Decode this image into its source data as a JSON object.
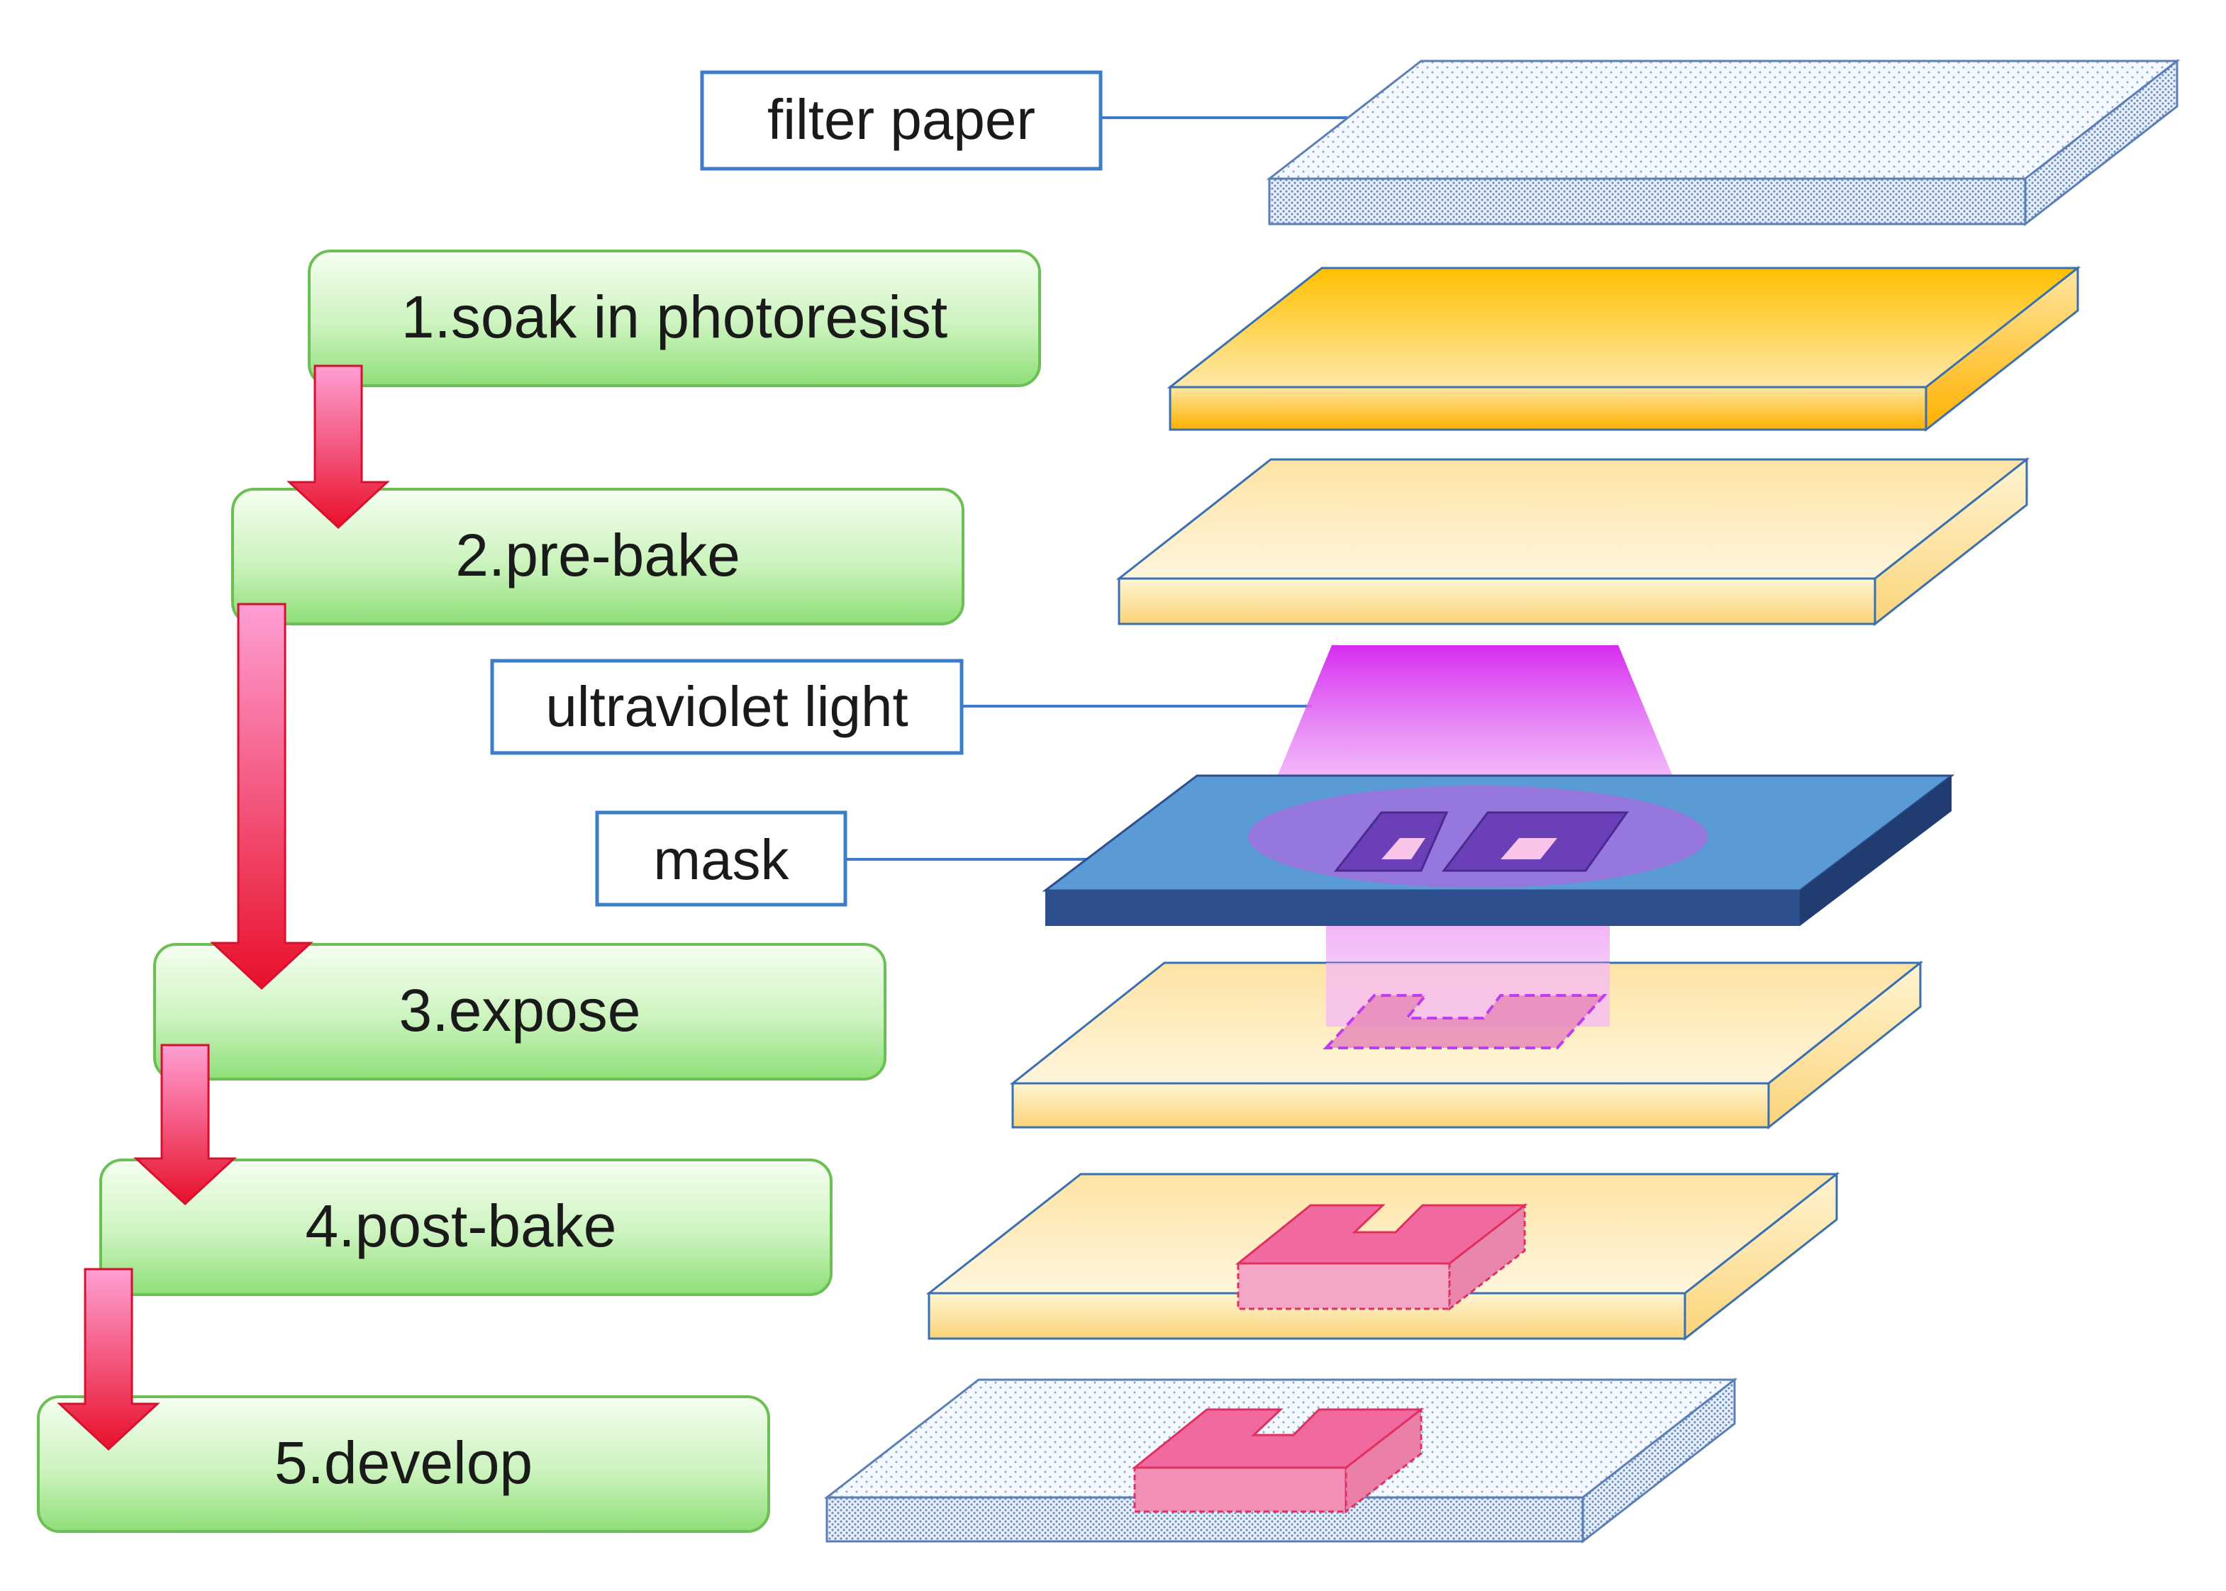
{
  "steps": [
    {
      "label": "1.soak in photoresist"
    },
    {
      "label": "2.pre-bake"
    },
    {
      "label": "3.expose"
    },
    {
      "label": "4.post-bake"
    },
    {
      "label": "5.develop"
    }
  ],
  "callouts": {
    "filter_paper": "filter paper",
    "uv_light": "ultraviolet light",
    "mask": "mask"
  },
  "colors": {
    "step_box_top": "#f4fff0",
    "step_box_bottom": "#8fe07a",
    "step_box_border": "#6bbf55",
    "arrow_top": "#ff9ad0",
    "arrow_bottom": "#e8102a",
    "callout_border": "#3d7cc9",
    "photoresist_bright": "#ffbf00",
    "photoresist_pale": "#fde6a8",
    "mask_blue": "#5a9bd5",
    "mask_dark": "#2d4f8e",
    "uv_magenta": "#d62cf0",
    "pattern_pink": "#f06aa0"
  },
  "icons": [
    "down-arrow-icon"
  ]
}
